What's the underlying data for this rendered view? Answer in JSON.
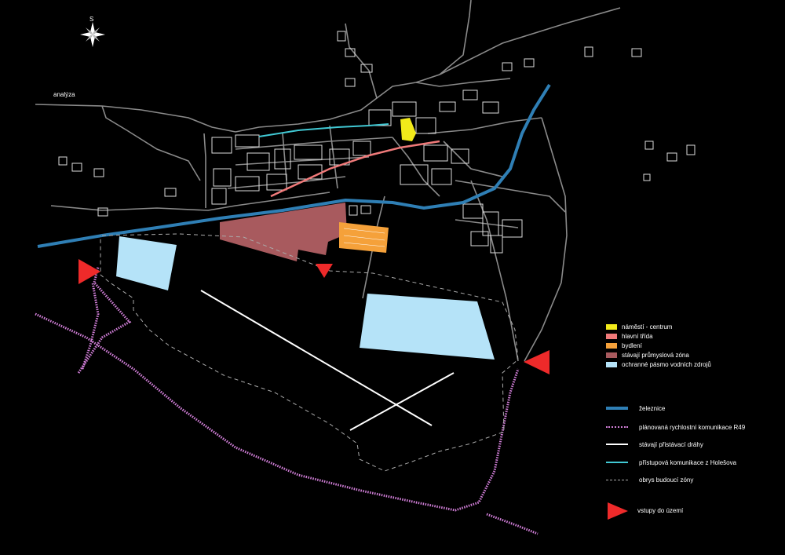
{
  "map": {
    "north_label": "S",
    "analysis_label": "analýza"
  },
  "legend": {
    "areas": [
      {
        "label": "náměstí - centrum",
        "color": "#f2ea1a"
      },
      {
        "label": "hlavní třída",
        "color": "#f07a7a"
      },
      {
        "label": "bydlení",
        "color": "#f5a13a"
      },
      {
        "label": "stávají průmyslová zóna",
        "color": "#a85a5e"
      },
      {
        "label": "ochranné pásmo vodních zdrojů",
        "color": "#b5e3f8"
      }
    ],
    "lines": [
      {
        "label": "železnice",
        "color": "#2f7fb5",
        "style": "thick"
      },
      {
        "label": "plánovaná rychlostní komunikace  R49",
        "color": "#d27fd9",
        "style": "dotted"
      },
      {
        "label": "stávají přistávací dráhy",
        "color": "#ffffff",
        "style": "solid"
      },
      {
        "label": "přístupová komunikace z Holešova",
        "color": "#41c9d4",
        "style": "solid"
      },
      {
        "label": "obrys budoucí zóny",
        "color": "#aaaaaa",
        "style": "dashed"
      }
    ],
    "entry": {
      "label": "vstupy do území",
      "color": "#ee2a2a"
    }
  }
}
